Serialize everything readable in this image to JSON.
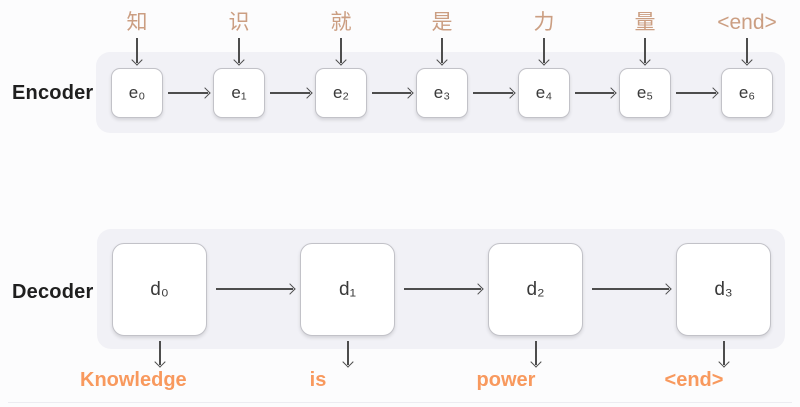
{
  "colors": {
    "background": "#fcfcfd",
    "track": "#f1f1f6",
    "cell-bg": "#ffffff",
    "cell-border": "#c2c2c8",
    "cell-text": "#3a3a3a",
    "label-text": "#1f1f1f",
    "arrow": "#4d4d4d",
    "input-token": "#cb9e82",
    "output-token": "#f8995e"
  },
  "encoder": {
    "label": "Encoder",
    "inputs": [
      "知",
      "识",
      "就",
      "是",
      "力",
      "量",
      "<end>"
    ],
    "cells": [
      "e₀",
      "e₁",
      "e₂",
      "e₃",
      "e₄",
      "e₅",
      "e₆"
    ]
  },
  "decoder": {
    "label": "Decoder",
    "cells": [
      "d₀",
      "d₁",
      "d₂",
      "d₃"
    ],
    "outputs": [
      "Knowledge",
      "is",
      "power",
      "<end>"
    ]
  }
}
